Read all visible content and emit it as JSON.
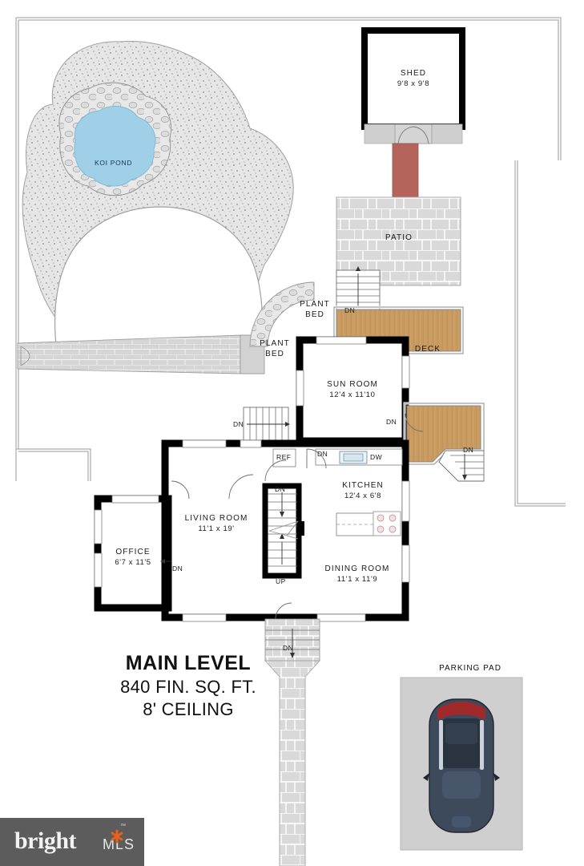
{
  "document": {
    "type": "real-estate-floor-plan",
    "title_main": "MAIN LEVEL",
    "title_area": "840 FIN. SQ. FT.",
    "title_ceiling": "8' CEILING"
  },
  "branding": {
    "logo_name": "bright",
    "logo_suffix": "MLS",
    "trademark": "™",
    "logo_bg": "#5c5c5c",
    "accent_color": "#e8601c"
  },
  "rooms": [
    {
      "id": "shed",
      "name": "SHED",
      "dimensions": "9'8 x 9'8"
    },
    {
      "id": "sun-room",
      "name": "SUN ROOM",
      "dimensions": "12'4 x 11'10"
    },
    {
      "id": "living-room",
      "name": "LIVING ROOM",
      "dimensions": "11'1 x 19'"
    },
    {
      "id": "kitchen",
      "name": "KITCHEN",
      "dimensions": "12'4 x 6'8"
    },
    {
      "id": "dining-room",
      "name": "DINING ROOM",
      "dimensions": "11'1 x 11'9"
    },
    {
      "id": "office",
      "name": "OFFICE",
      "dimensions": "6'7 x 11'5"
    }
  ],
  "outdoor_features": [
    {
      "id": "koi-pond",
      "name": "KOI POND"
    },
    {
      "id": "patio",
      "name": "PATIO"
    },
    {
      "id": "deck",
      "name": "DECK"
    },
    {
      "id": "plant-bed-1",
      "name": "PLANT BED"
    },
    {
      "id": "plant-bed-2",
      "name": "PLANT BED"
    },
    {
      "id": "parking-pad",
      "name": "PARKING PAD"
    }
  ],
  "appliances": [
    {
      "id": "refrigerator",
      "label": "REF"
    },
    {
      "id": "dishwasher",
      "label": "DW"
    },
    {
      "id": "sink",
      "label": ""
    },
    {
      "id": "range",
      "label": ""
    }
  ],
  "stair_markers": [
    {
      "id": "stair-patio-dn",
      "label": "DN"
    },
    {
      "id": "stair-deck-dn",
      "label": "DN"
    },
    {
      "id": "stair-sunroom-dn",
      "label": "DN"
    },
    {
      "id": "stair-kitchen-dn",
      "label": "DN"
    },
    {
      "id": "stair-side-dn",
      "label": "DN"
    },
    {
      "id": "stair-center-dn",
      "label": "DN"
    },
    {
      "id": "stair-center-up",
      "label": "UP"
    },
    {
      "id": "stair-office-dn",
      "label": "DN"
    },
    {
      "id": "stair-front-dn",
      "label": "DN"
    }
  ],
  "colors": {
    "wall": "#000000",
    "deck_wood": "#c49a62",
    "patio_stone": "#d8d8d8",
    "gravel": "#e4e4e4",
    "pond_water": "#9fd0e8",
    "walkway": "#d4d4d4",
    "chimney": "#b5645c",
    "parking_surface": "#cfcfcf",
    "car_body": "#3d4a5c",
    "car_roof_trim": "#b03030"
  }
}
